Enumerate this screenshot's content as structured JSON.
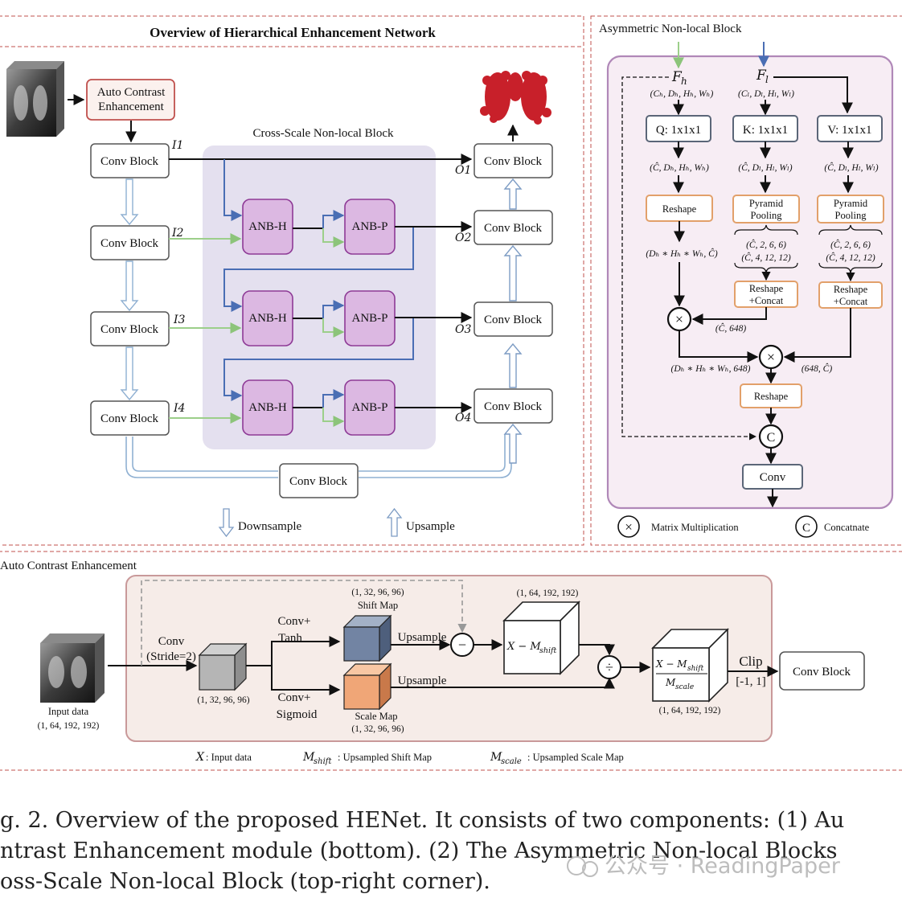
{
  "overview": {
    "title": "Overview of Hierarchical Enhancement Network",
    "auto_contrast_box": [
      "Auto Contrast",
      "Enhancement"
    ],
    "conv_block": "Conv Block",
    "cross_scale_title": "Cross-Scale Non-local Block",
    "anb_h": "ANB-H",
    "anb_p": "ANB-P",
    "inputs": [
      "I1",
      "I2",
      "I3",
      "I4"
    ],
    "outputs": [
      "O1",
      "O2",
      "O3",
      "O4"
    ],
    "legend_downsample": "Downsample",
    "legend_upsample": "Upsample"
  },
  "anb": {
    "title": "Asymmetric Non-local Block",
    "fh": "F",
    "fh_sub": "h",
    "fl": "F",
    "fl_sub": "l",
    "dims_h": "(Cₕ, Dₕ, Hₕ, Wₕ)",
    "dims_l": "(Cₗ, Dₗ, Hₗ, Wₗ)",
    "q": "Q: 1x1x1",
    "k": "K: 1x1x1",
    "v": "V: 1x1x1",
    "dims_q": "(Ĉ, Dₕ, Hₕ, Wₕ)",
    "dims_k": "(Ĉ, Dₗ, Hₗ, Wₗ)",
    "dims_v": "(Ĉ, Dₗ, Hₗ, Wₗ)",
    "reshape": "Reshape",
    "pyramid_pooling": [
      "Pyramid",
      "Pooling"
    ],
    "pool_sizes": [
      "(Ĉ, 2, 6, 6)",
      "(Ĉ, 4, 12, 12)"
    ],
    "reshape_concat": [
      "Reshape",
      "+Concat"
    ],
    "dims_reshape_q": "(Dₕ ∗ Hₕ ∗ Wₕ, Ĉ)",
    "dims_c648": "(Ĉ, 648)",
    "dims_mm1": "(Dₕ ∗ Hₕ ∗ Wₕ, 648)",
    "dims_648c": "(648, Ĉ)",
    "reshape2": "Reshape",
    "conv": "Conv",
    "concat_symbol": "C",
    "mult_symbol": "×",
    "legend_mm": "Matrix Multiplication",
    "legend_concat": "Concatnate"
  },
  "ace": {
    "title": "Auto Contrast Enhancement",
    "input_label": "Input data",
    "input_dims": "(1, 64, 192, 192)",
    "conv_label": [
      "Conv",
      "(Stride=2)"
    ],
    "feat_dims": "(1, 32, 96, 96)",
    "tanh_label": [
      "Conv+",
      "Tanh"
    ],
    "sigmoid_label": [
      "Conv+",
      "Sigmoid"
    ],
    "shift_map": "Shift Map",
    "shift_dims": "(1, 32, 96, 96)",
    "scale_map": "Scale Map",
    "scale_dims": "(1, 32, 96, 96)",
    "upsample": "Upsample",
    "mid_dims": "(1, 64, 192, 192)",
    "x_minus_mshift": "X − M",
    "shift_sub": "shift",
    "scale_sub": "scale",
    "m": "M",
    "minus_symbol": "−",
    "div_symbol": "÷",
    "out_dims": "(1, 64, 192, 192)",
    "clip_label": [
      "Clip",
      "[-1, 1]"
    ],
    "conv_block": "Conv Block",
    "legend_x": "X",
    "legend_x_text": ": Input data",
    "legend_mshift_text": ": Upsampled Shift Map",
    "legend_mscale_text": ": Upsampled Scale Map"
  },
  "caption": {
    "line1": "g. 2. Overview of the proposed HENet. It consists of two components: (1) Au",
    "line2": "ntrast Enhancement module (bottom). (2) The Asymmetric Non-local Blocks",
    "line3": "oss-Scale Non-local Block (top-right corner)."
  },
  "watermark": "公众号 · ReadingPaper",
  "colors": {
    "frame_red": "#c0504d",
    "purple_panel": "#e4e0ef",
    "anb_fill": "#dcb8e2",
    "anb_border": "#8e3a96",
    "orange_border": "#e2a06a",
    "orange_fill": "#fdf4ec",
    "ace_panel": "#f6ece8",
    "ace_border": "#c9999a",
    "blue_line": "#4a6eb4",
    "green_line": "#9ccf8a",
    "downsample": "#a9c6e0",
    "shift_cube": "#7284a3",
    "scale_cube": "#f0a677"
  }
}
